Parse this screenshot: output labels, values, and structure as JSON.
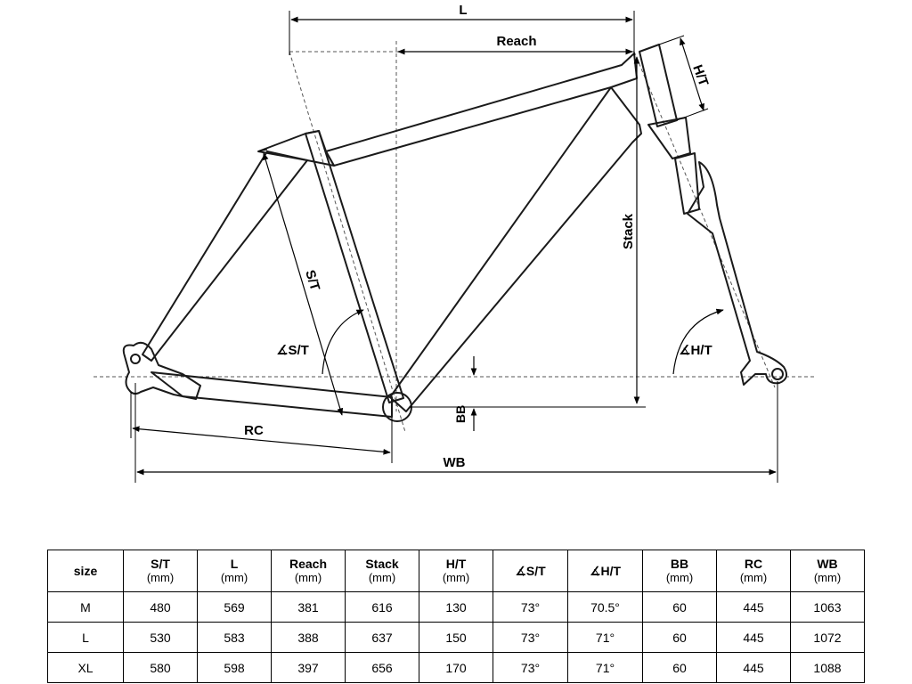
{
  "diagram": {
    "labels": {
      "l": "L",
      "reach": "Reach",
      "ht": "H/T",
      "stack": "Stack",
      "st": "S/T",
      "st_angle": "∡S/T",
      "ht_angle": "∡H/T",
      "bb": "BB",
      "rc": "RC",
      "wb": "WB"
    }
  },
  "table": {
    "headers": [
      {
        "label": "size",
        "unit": ""
      },
      {
        "label": "S/T",
        "unit": "(mm)"
      },
      {
        "label": "L",
        "unit": "(mm)"
      },
      {
        "label": "Reach",
        "unit": "(mm)"
      },
      {
        "label": "Stack",
        "unit": "(mm)"
      },
      {
        "label": "H/T",
        "unit": "(mm)"
      },
      {
        "label": "∡S/T",
        "unit": ""
      },
      {
        "label": "∡H/T",
        "unit": ""
      },
      {
        "label": "BB",
        "unit": "(mm)"
      },
      {
        "label": "RC",
        "unit": "(mm)"
      },
      {
        "label": "WB",
        "unit": "(mm)"
      }
    ],
    "rows": [
      [
        "M",
        "480",
        "569",
        "381",
        "616",
        "130",
        "73°",
        "70.5°",
        "60",
        "445",
        "1063"
      ],
      [
        "L",
        "530",
        "583",
        "388",
        "637",
        "150",
        "73°",
        "71°",
        "60",
        "445",
        "1072"
      ],
      [
        "XL",
        "580",
        "598",
        "397",
        "656",
        "170",
        "73°",
        "71°",
        "60",
        "445",
        "1088"
      ]
    ]
  }
}
